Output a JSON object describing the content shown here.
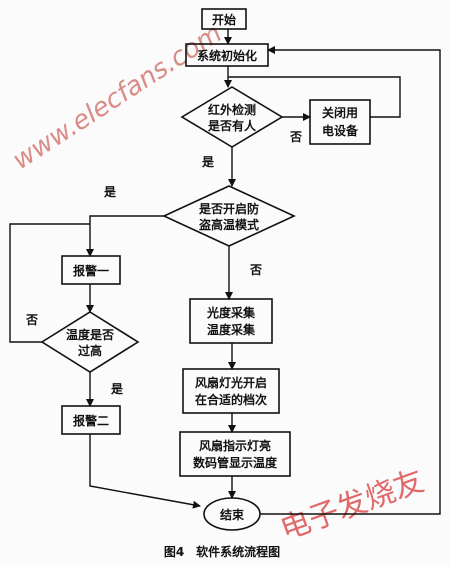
{
  "diagram": {
    "nodes": {
      "start": {
        "lines": [
          "开始"
        ]
      },
      "init": {
        "lines": [
          "系统初始化"
        ]
      },
      "ir_detect": {
        "lines": [
          "红外检测",
          "是否有人"
        ]
      },
      "close_devices": {
        "lines": [
          "关闭用",
          "电设备"
        ]
      },
      "mode_check": {
        "lines": [
          "是否开启防",
          "盗高温模式"
        ]
      },
      "alarm1": {
        "lines": [
          "报警一"
        ]
      },
      "temp_check": {
        "lines": [
          "温度是否",
          "过高"
        ]
      },
      "alarm2": {
        "lines": [
          "报警二"
        ]
      },
      "sampling": {
        "lines": [
          "光度采集",
          "温度采集"
        ]
      },
      "fan_light": {
        "lines": [
          "风扇灯光开启",
          "在合适的档次"
        ]
      },
      "display": {
        "lines": [
          "风扇指示灯亮",
          "数码管显示温度"
        ]
      },
      "end": {
        "lines": [
          "结束"
        ]
      }
    },
    "edge_labels": {
      "ir_no": "否",
      "ir_yes": "是",
      "mode_yes": "是",
      "mode_no": "否",
      "temp_no": "否",
      "temp_yes": "是"
    },
    "caption": "图4　软件系统流程图"
  },
  "watermarks": {
    "site": "www.elecfans.com",
    "cn": "电子发烧友"
  }
}
